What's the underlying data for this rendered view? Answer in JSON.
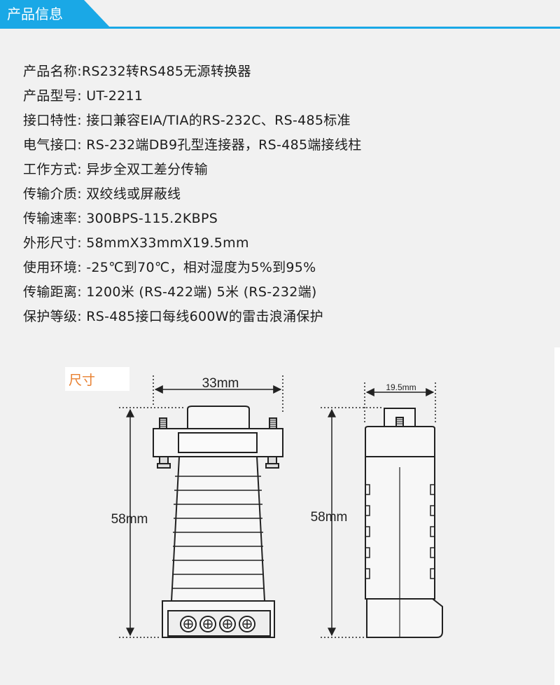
{
  "header": {
    "title": "产品信息",
    "accent_color": "#1aa8e6"
  },
  "specs": [
    "产品名称:RS232转RS485无源转换器",
    "产品型号: UT-2211",
    "接口特性: 接口兼容EIA/TIA的RS-232C、RS-485标准",
    "电气接口: RS-232端DB9孔型连接器，RS-485端接线柱",
    "工作方式: 异步全双工差分传输",
    "传输介质: 双绞线或屏蔽线",
    "传输速率: 300BPS-115.2KBPS",
    "外形尺寸: 58mmX33mmX19.5mm",
    "使用环境: -25℃到70℃，相对湿度为5%到95%",
    "传输距离: 1200米 (RS-422端) 5米 (RS-232端)",
    "保护等级: RS-485接口每线600W的雷击浪涌保护"
  ],
  "dimensions": {
    "section_label": "尺寸",
    "front_width": "33mm",
    "front_height": "58mm",
    "side_width": "19.5mm",
    "side_height": "58mm"
  }
}
